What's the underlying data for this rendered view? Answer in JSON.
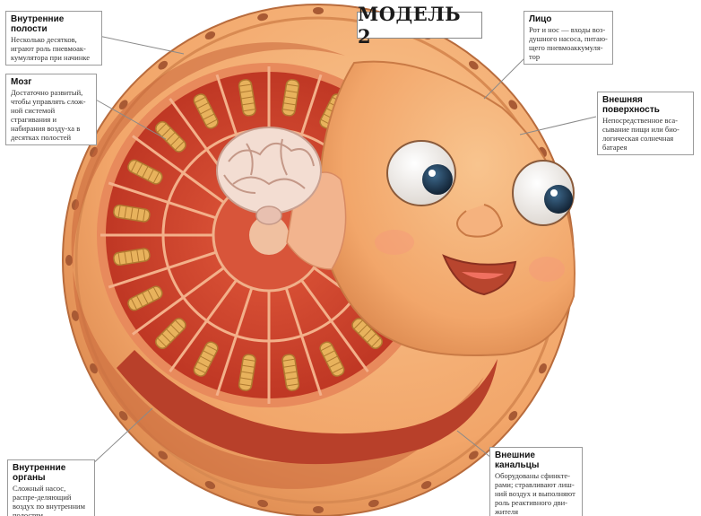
{
  "title": "МОДЕЛЬ 2",
  "labels": {
    "cavities": {
      "title": "Внутренние полости",
      "desc": "Несколько десятков, играют роль пневмоак-кумулятора при начинке"
    },
    "brain": {
      "title": "Мозг",
      "desc": "Достаточно развитый, чтобы управлять слож-ной системой страгивания и набирания возду-ха в десятках полостей"
    },
    "face": {
      "title": "Лицо",
      "desc": "Рот и нос — входы воз-душного насоса, питаю-щего пневмоаккумуля-тор"
    },
    "surface": {
      "title": "Внешняя поверхность",
      "desc": "Непосредственное вса-сывание пищи или био-логическая солнечная батарея"
    },
    "organs": {
      "title": "Внутренние органы",
      "desc": "Сложный насос, распре-деляющий воздух по внутренним полостям"
    },
    "channels": {
      "title": "Внешние канальцы",
      "desc": "Оборудованы сфинкте-рами; стравливают лиш-ний воздух и выполняют роль реактивного дви-жителя"
    }
  },
  "colors": {
    "skin": "#f2a66a",
    "skin_light": "#f8c48e",
    "muscle": "#d2442c",
    "muscle_dark": "#a82b1c",
    "rim_dots": "#a85a34",
    "tube": "#e8b25c",
    "brain": "#f3ddd2",
    "eye_iris": "#1e3a55",
    "mouth": "#b8452e"
  },
  "icons": [
    "brain-icon",
    "eye-icon",
    "tube-icon"
  ]
}
